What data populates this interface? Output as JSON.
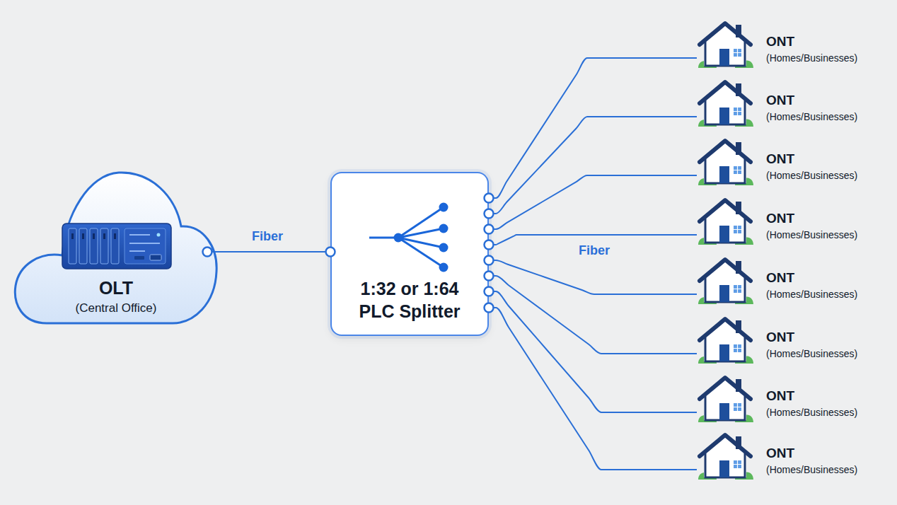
{
  "diagram": {
    "nodes": [
      {
        "text": [
          "OLT",
          "(Central Office)"
        ]
      },
      {
        "text": [
          "1:32 or 1:64 PLC Splitter"
        ]
      },
      {
        "text": [
          "ONT",
          "(Homes/Businesses)"
        ]
      },
      {
        "text": [
          "ONT",
          "(Homes/Businesses)"
        ]
      },
      {
        "text": [
          "ONT",
          "(Homes/Businesses)"
        ]
      },
      {
        "text": [
          "ONT",
          "(Homes/Businesses)"
        ]
      },
      {
        "text": [
          "ONT",
          "(Homes/Businesses)"
        ]
      },
      {
        "text": [
          "ONT",
          "(Homes/Businesses)"
        ]
      },
      {
        "text": [
          "ONT",
          "(Homes/Businesses)"
        ]
      },
      {
        "text": [
          "ONT",
          "(Homes/Businesses)"
        ]
      }
    ],
    "edges": [
      {
        "from": 0,
        "to": 1,
        "label": "Fiber",
        "arrow": "none"
      },
      {
        "from": 1,
        "to": 2,
        "arrow": "none"
      },
      {
        "from": 1,
        "to": 3,
        "arrow": "none"
      },
      {
        "from": 1,
        "to": 4,
        "arrow": "none"
      },
      {
        "from": 1,
        "to": 5,
        "label": "Fiber",
        "arrow": "none"
      },
      {
        "from": 1,
        "to": 6,
        "arrow": "none"
      },
      {
        "from": 1,
        "to": 7,
        "arrow": "none"
      },
      {
        "from": 1,
        "to": 8,
        "arrow": "none"
      },
      {
        "from": 1,
        "to": 9,
        "arrow": "none"
      }
    ]
  }
}
